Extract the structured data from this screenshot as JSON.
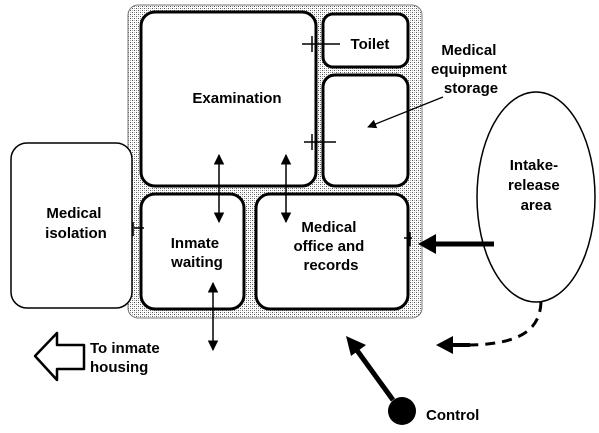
{
  "rooms": {
    "examination": "Examination",
    "toilet": "Toilet",
    "medical_equipment_storage": [
      "Medical",
      "equipment",
      "storage"
    ],
    "medical_isolation": [
      "Medical",
      "isolation"
    ],
    "inmate_waiting": [
      "Inmate",
      "waiting"
    ],
    "medical_office_records": [
      "Medical",
      "office and",
      "records"
    ],
    "intake_release_area": [
      "Intake-",
      "release",
      "area"
    ]
  },
  "labels": {
    "to_inmate_housing": [
      "To inmate",
      "housing"
    ],
    "control": "Control"
  }
}
